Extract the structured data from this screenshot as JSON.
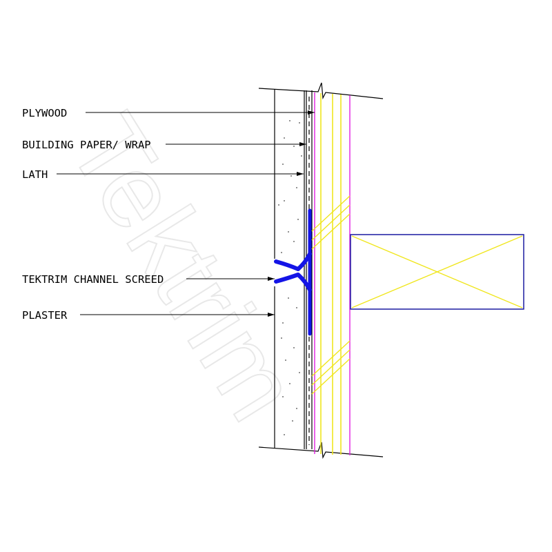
{
  "watermark": "Tektrim",
  "labels": {
    "plywood": "PLYWOOD",
    "paper": "BUILDING PAPER/ WRAP",
    "lath": "LATH",
    "screed": "TEKTRIM CHANNEL SCREED",
    "plaster": "PLASTER"
  },
  "colors": {
    "outline": "#000000",
    "screed": "#1414e6",
    "stud": "#f0e61e",
    "sheathing": "#e01ee0",
    "beam_box": "#1a1aa0",
    "watermark": "#e8e8e8"
  }
}
